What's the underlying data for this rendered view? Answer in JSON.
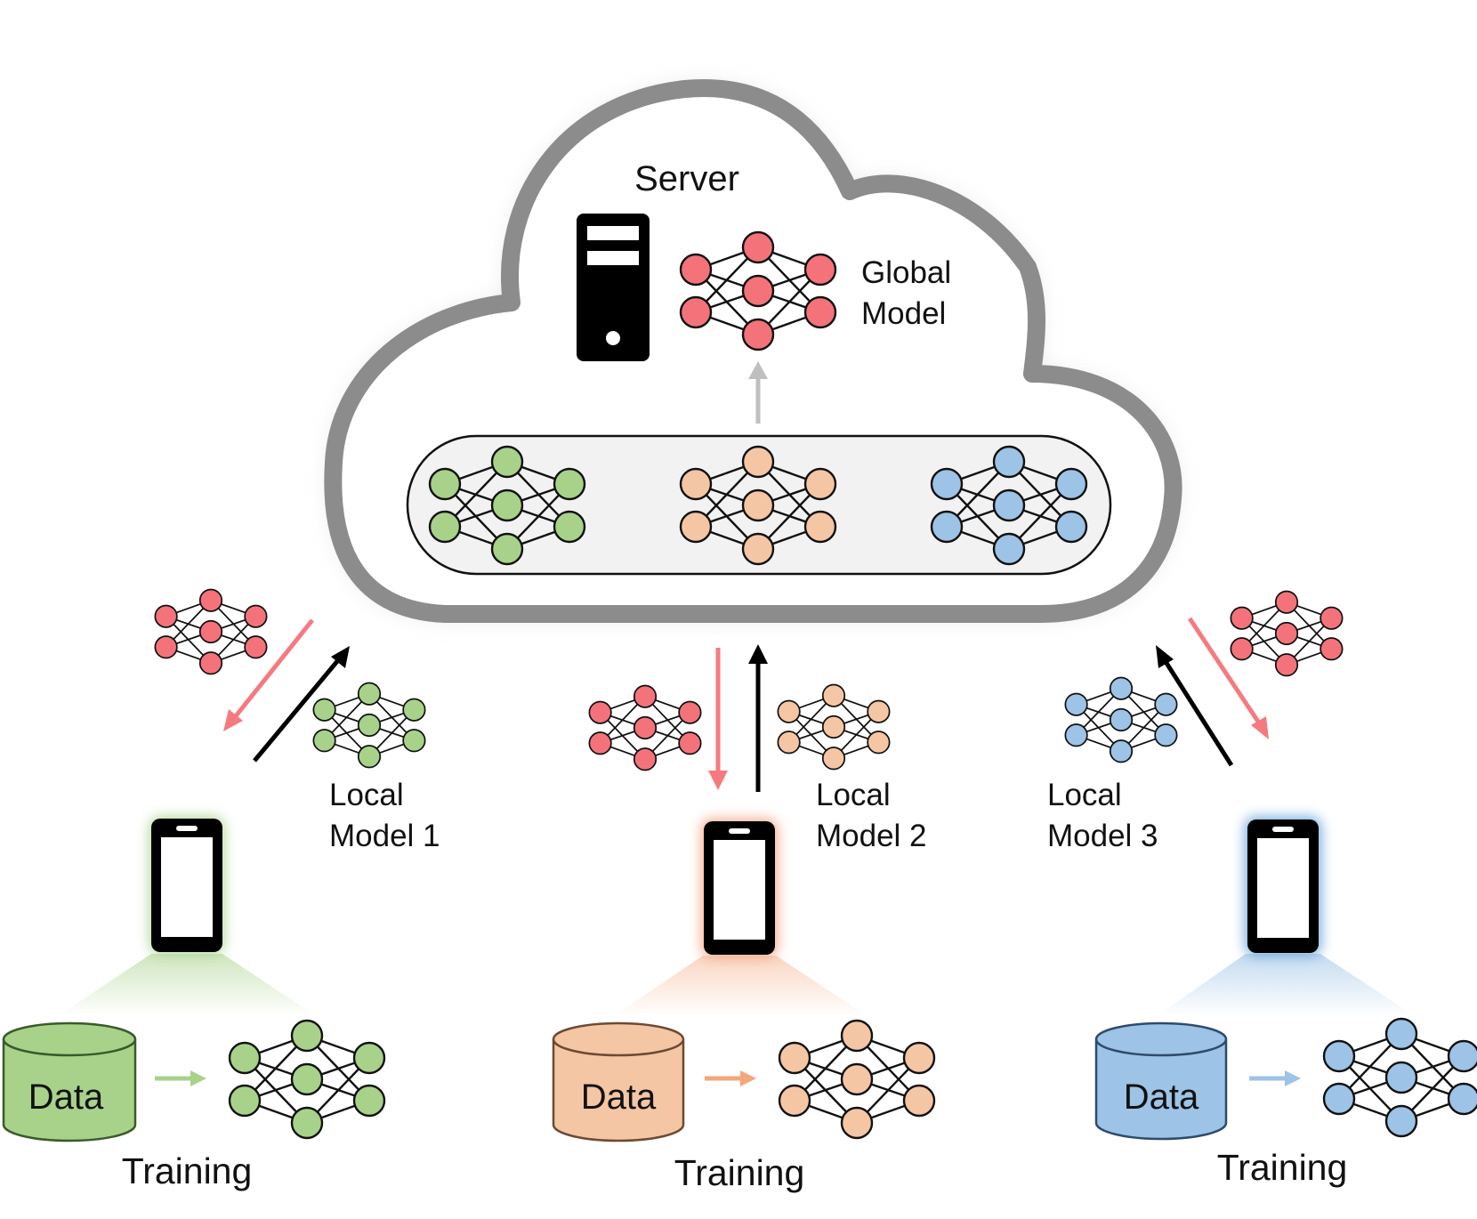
{
  "server": {
    "title": "Server",
    "global_model_line1": "Global",
    "global_model_line2": "Model"
  },
  "clients": [
    {
      "local_line1": "Local",
      "local_line2": "Model 1",
      "data_label": "Data",
      "training_label": "Training"
    },
    {
      "local_line1": "Local",
      "local_line2": "Model 2",
      "data_label": "Data",
      "training_label": "Training"
    },
    {
      "local_line1": "Local",
      "local_line2": "Model 3",
      "data_label": "Data",
      "training_label": "Training"
    }
  ],
  "colors": {
    "global_fill": "#f4737b",
    "client1_fill": "#a8d28a",
    "client2_fill": "#f5c6a4",
    "client3_fill": "#9dc3e6",
    "cloud_outline": "#8c8c8c",
    "download_arrow": "#f57a80",
    "upload_arrow": "#000000",
    "aggregate_arrow": "#bfbfbf"
  },
  "icons": [
    "server-icon",
    "smartphone-icon",
    "database-icon",
    "neural-network-icon",
    "arrow-icon"
  ]
}
